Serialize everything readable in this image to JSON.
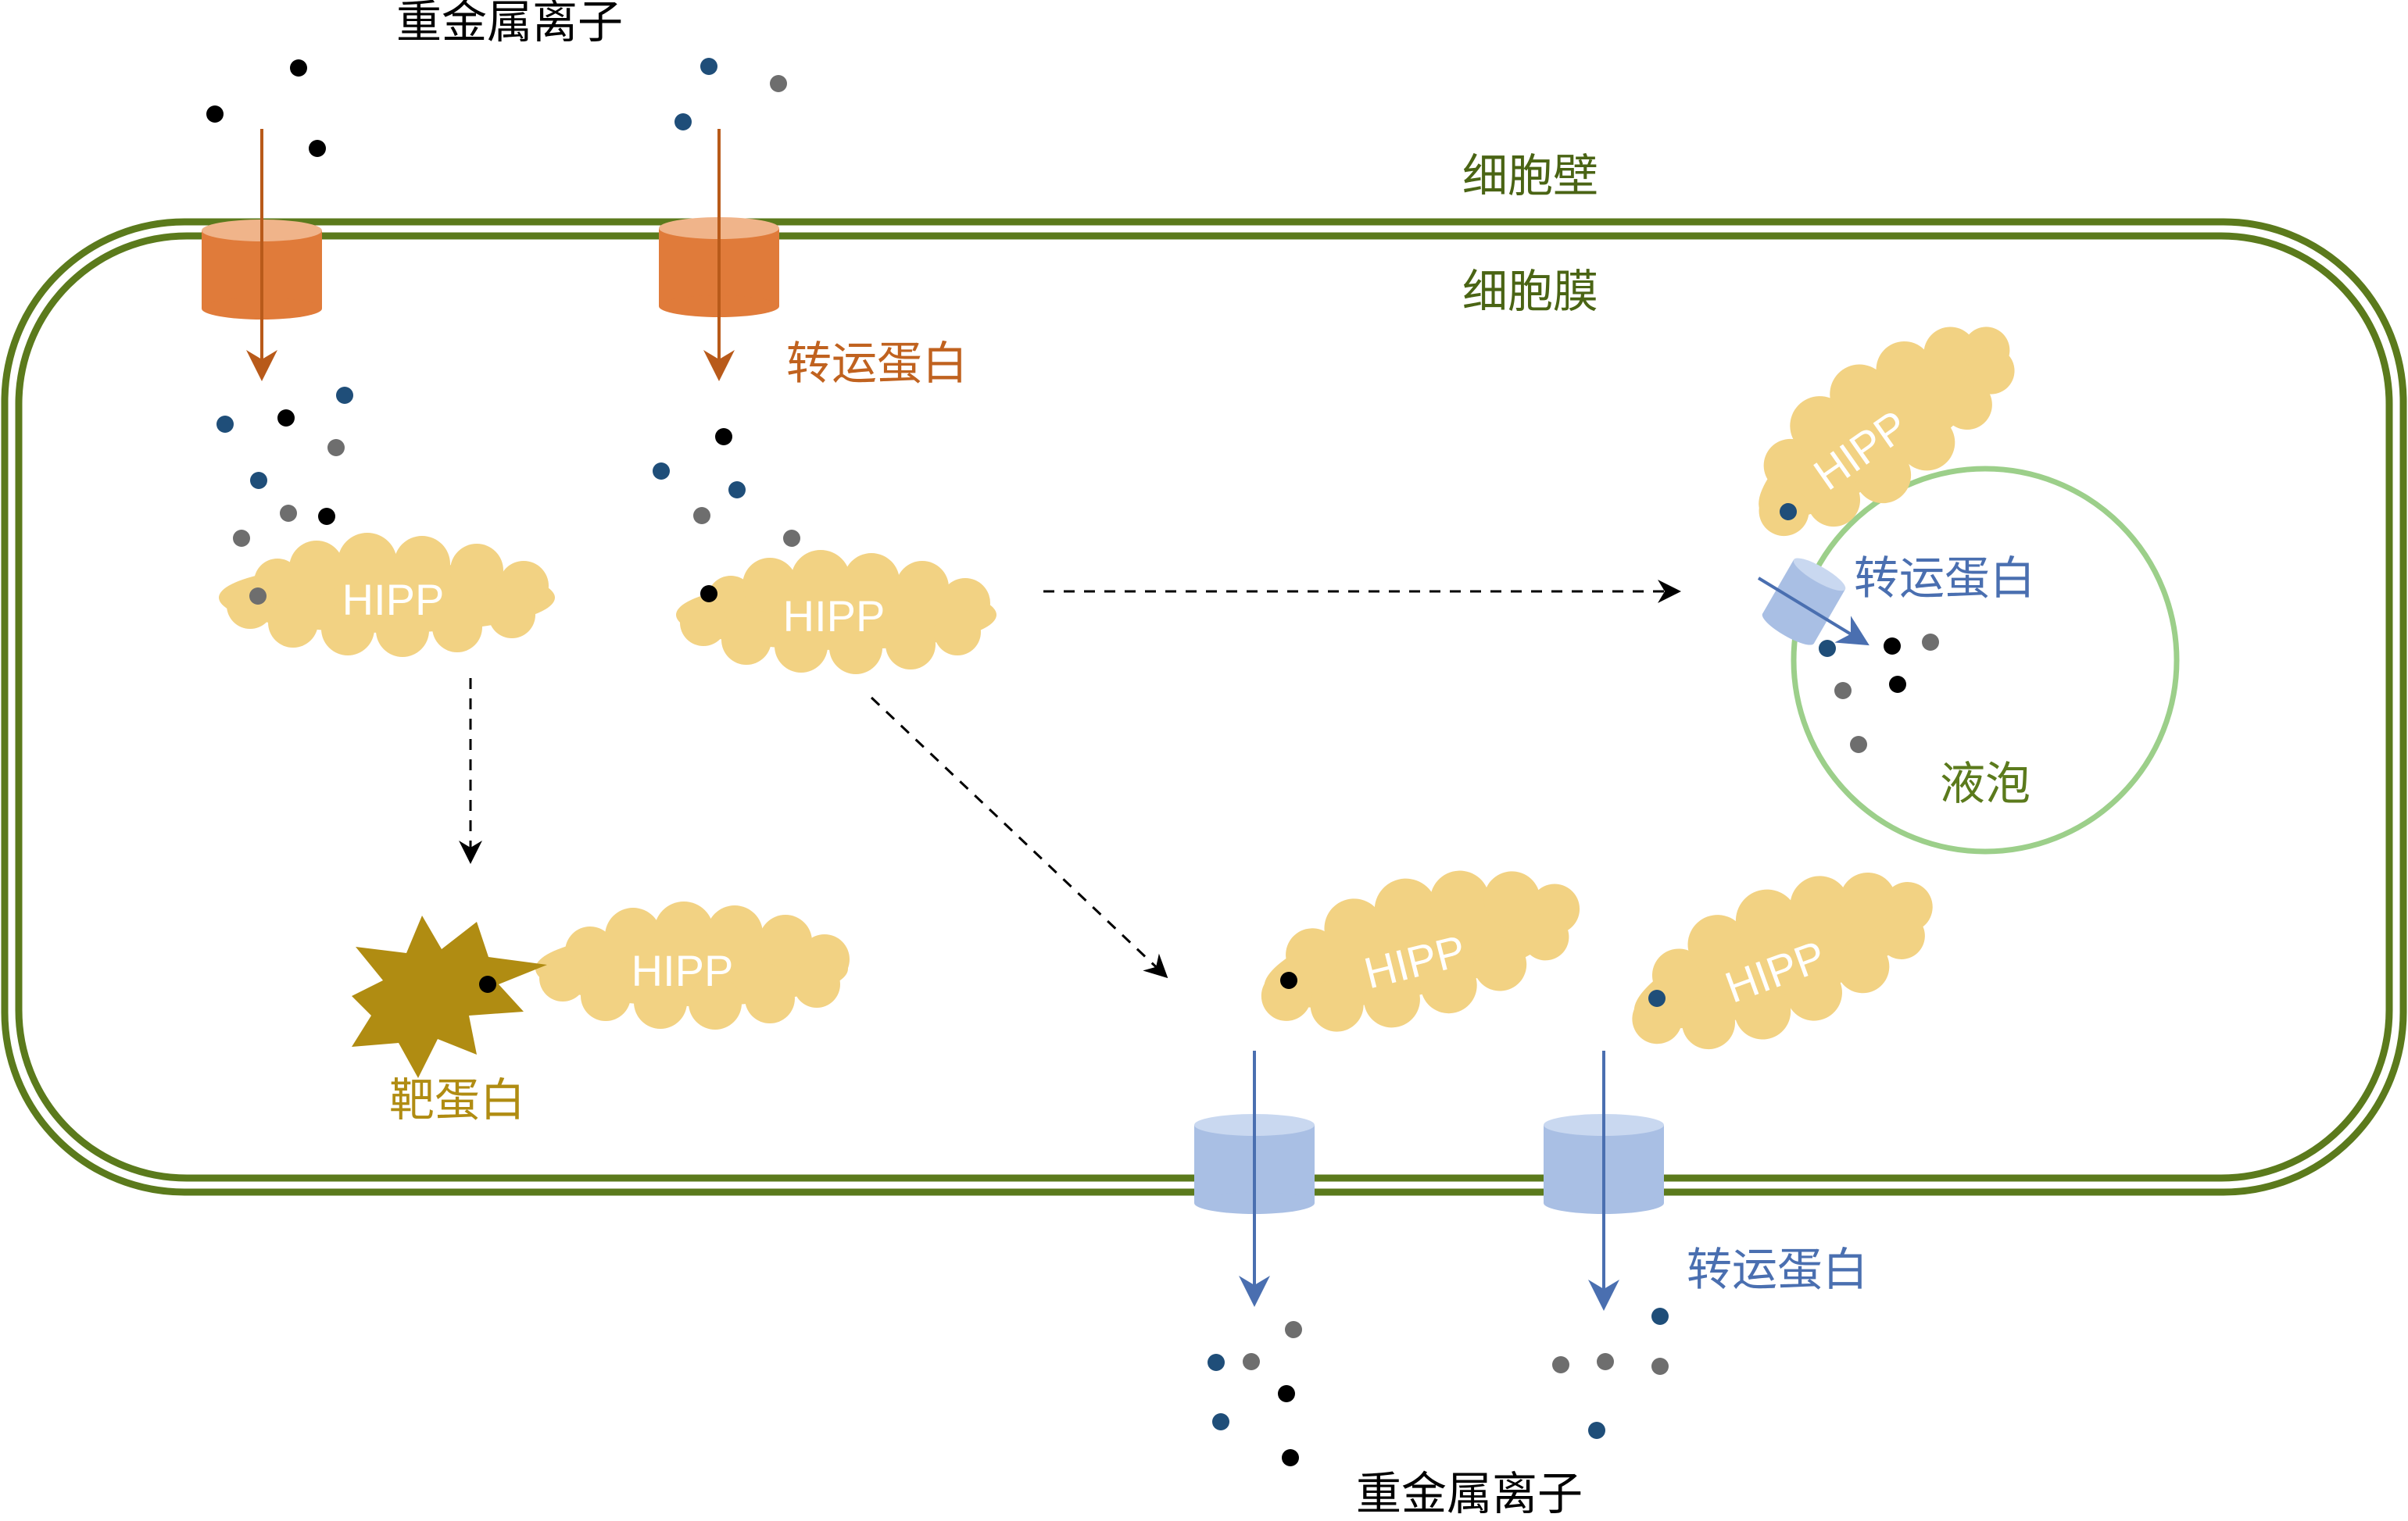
{
  "labels": {
    "heavy_metal_top": "重金属离子",
    "heavy_metal_bottom": "重金属离子",
    "cell_wall": "细胞壁",
    "cell_membrane": "细胞膜",
    "transporter_orange": "转运蛋白",
    "transporter_vacuole": "转运蛋白",
    "transporter_blue": "转运蛋白",
    "vacuole": "液泡",
    "target_protein": "靶蛋白"
  },
  "hipp": {
    "a": "HIPP",
    "b": "HIPP",
    "c": "HIPP",
    "d": "HIPP",
    "e": "HIPP",
    "f": "HIPP"
  },
  "colors": {
    "cell_wall": "#5b7a1c",
    "vacuole": "#9ccf8a",
    "hipp_fill": "#f2d283",
    "transporter_orange": "#e07b3a",
    "transporter_orange_top": "#f0b48a",
    "transporter_blue": "#a9bfe4",
    "transporter_blue_top": "#c9d8f0",
    "arrow_orange": "#b85a1a",
    "arrow_blue": "#4a6fb0",
    "target_protein": "#b08c12",
    "label_green": "#4a6414",
    "label_orange": "#c0621f",
    "label_blue": "#4a6fb0",
    "label_gold": "#b08c12",
    "ion_black": "#000000",
    "ion_navy": "#1f4e79",
    "ion_gray": "#6e6e6e"
  }
}
